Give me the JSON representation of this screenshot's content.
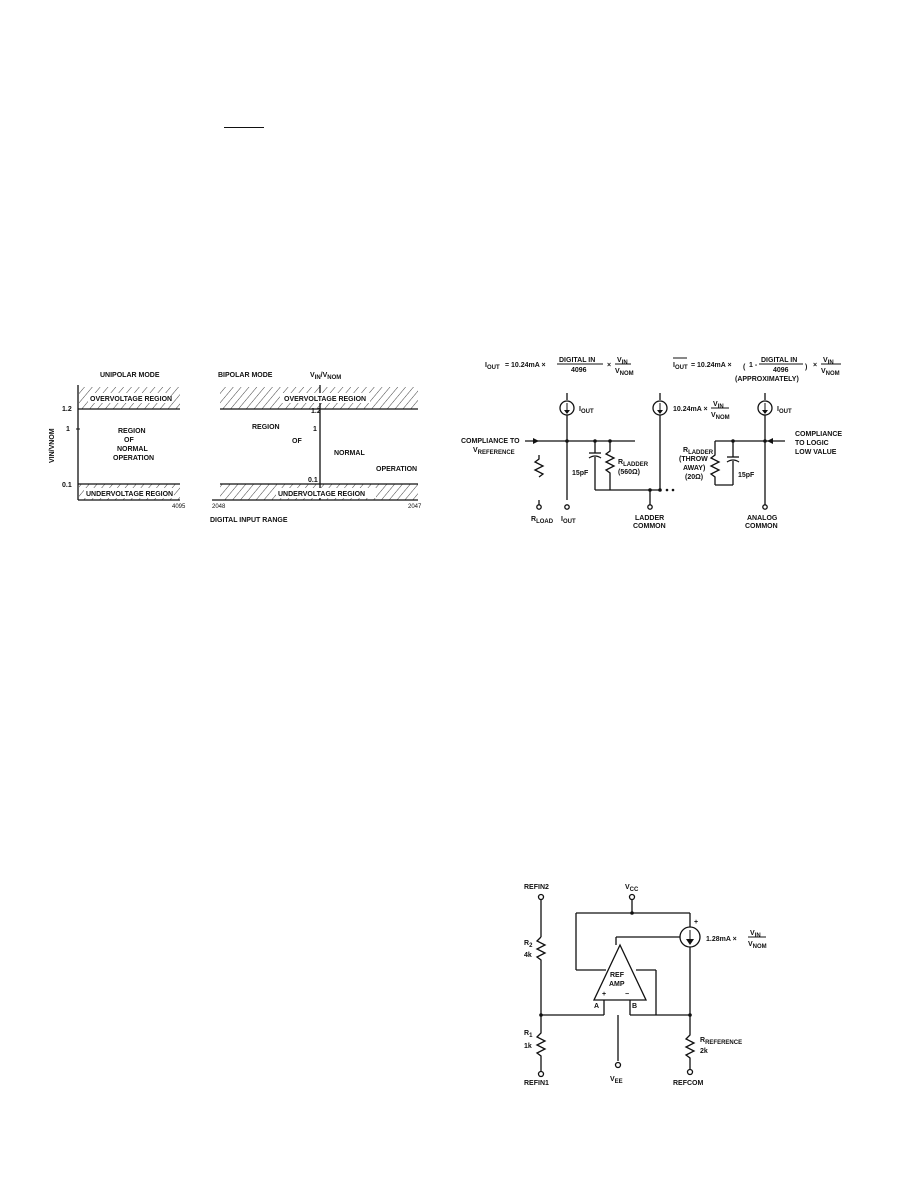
{
  "fig1": {
    "unipolar_title": "UNIPOLAR MODE",
    "bipolar_title": "BIPOLAR MODE",
    "ratio_label_top": "V",
    "ratio_label_top_sub": "IN",
    "ratio_label_top_tail": "/V",
    "ratio_label_top_sub2": "NOM",
    "y_axis_label": "VIN/VNOM",
    "y_ticks": [
      "1.2",
      "1",
      "0.1"
    ],
    "bip_ticks": [
      "1.2",
      "1",
      "0.1"
    ],
    "overvoltage_u": "OVERVOLTAGE REGION",
    "overvoltage_b": "OVERVOLTAGE REGION",
    "undervoltage_u": "UNDERVOLTAGE REGION",
    "undervoltage_b": "UNDERVOLTAGE REGION",
    "normal_u_1": "REGION",
    "normal_u_2": "OF",
    "normal_u_3": "NORMAL",
    "normal_u_4": "OPERATION",
    "bip_region": "REGION",
    "bip_of": "OF",
    "bip_normal": "NORMAL",
    "bip_operation": "OPERATION",
    "x_end_u": "4095",
    "x_start_b": "2048",
    "x_end_b": "2047",
    "x_axis_label": "DIGITAL INPUT RANGE"
  },
  "fig2": {
    "eq1_lhs": "I",
    "eq1_lhs_sub": "OUT",
    "eq1_mid": "= 10.24mA ×",
    "eq1_num": "DIGITAL IN",
    "eq1_den": "4096",
    "eq1_x": "×",
    "eq1_vnum": "V",
    "eq1_vnum_sub": "IN",
    "eq1_vden": "V",
    "eq1_vden_sub": "NOM",
    "eq2_lhs": "I",
    "eq2_lhs_sub": "OUT",
    "eq2_mid": "= 10.24mA ×",
    "eq2_paren_l": "(",
    "eq2_one": "1 -",
    "eq2_num": "DIGITAL IN",
    "eq2_den": "4096",
    "eq2_paren_r": ")",
    "eq2_x": "×",
    "eq2_vnum": "V",
    "eq2_vnum_sub": "IN",
    "eq2_vden": "V",
    "eq2_vden_sub": "NOM",
    "approx": "(APPROXIMATELY)",
    "src1": "I",
    "src1_sub": "OUT",
    "src2": "10.24mA ×",
    "src2_num": "V",
    "src2_num_sub": "IN",
    "src2_den": "V",
    "src2_den_sub": "NOM",
    "src3": "I",
    "src3_sub": "OUT",
    "compliance_l1": "COMPLIANCE TO",
    "compliance_l2": "V",
    "compliance_l2_sub": "REFERENCE",
    "cap1": "15pF",
    "r_ladder": "R",
    "r_ladder_sub": "LADDER",
    "r_ladder_val": "(560Ω)",
    "r_throw": "R",
    "r_throw_sub": "LADDER",
    "r_throw_2": "(THROW",
    "r_throw_3": "AWAY)",
    "r_throw_4": "(20Ω)",
    "cap2": "15pF",
    "comp_r1": "COMPLIANCE",
    "comp_r2": "TO LOGIC",
    "comp_r3": "LOW VALUE",
    "rload": "R",
    "rload_sub": "LOAD",
    "iout_term": "I",
    "iout_term_sub": "OUT",
    "ladder_common_1": "LADDER",
    "ladder_common_2": "COMMON",
    "analog_common_1": "ANALOG",
    "analog_common_2": "COMMON"
  },
  "fig3": {
    "refin2": "REFIN2",
    "vcc": "V",
    "vcc_sub": "CC",
    "r2": "R",
    "r2_sub": "2",
    "r2_val": "4k",
    "r1": "R",
    "r1_sub": "1",
    "r1_val": "1k",
    "refin1": "REFIN1",
    "amp_1": "REF",
    "amp_2": "AMP",
    "plus_in": "+",
    "minus_in": "−",
    "pin_a": "A",
    "pin_b": "B",
    "plus_top": "+",
    "src_label": "1.28mA ×",
    "src_num": "V",
    "src_num_sub": "IN",
    "src_den": "V",
    "src_den_sub": "NOM",
    "vee": "V",
    "vee_sub": "EE",
    "rref": "R",
    "rref_sub": "REFERENCE",
    "rref_val": "2k",
    "refcom": "REFCOM"
  }
}
